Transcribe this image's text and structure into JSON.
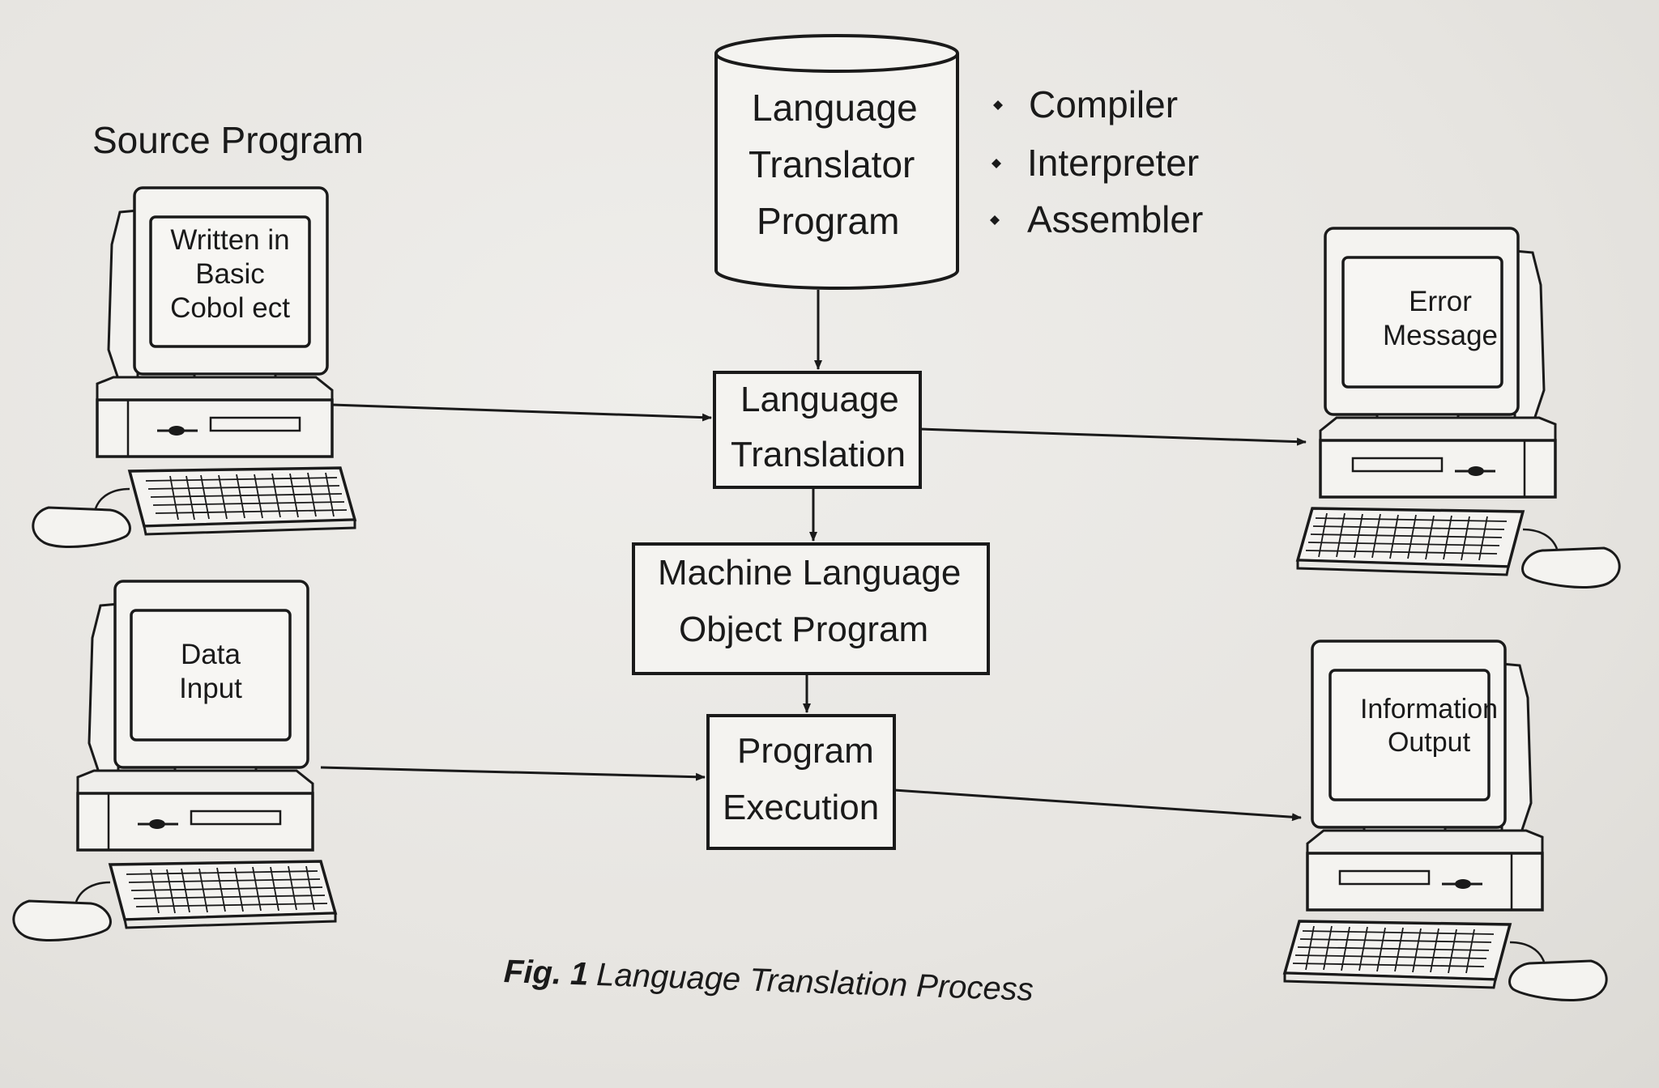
{
  "diagram": {
    "source_label": "Source Program",
    "translator": {
      "lines": [
        "Language",
        "Translator",
        "Program"
      ]
    },
    "translator_types": [
      "Compiler",
      "Interpreter",
      "Assembler"
    ],
    "boxes": {
      "translation": [
        "Language",
        "Translation"
      ],
      "object": [
        "Machine Language",
        "Object Program"
      ],
      "execution": [
        "Program",
        "Execution"
      ]
    },
    "computers": {
      "source_screen": [
        "Written in",
        "Basic",
        "Cobol ect"
      ],
      "data_screen": [
        "Data",
        "Input"
      ],
      "error_screen": [
        "Error",
        "Message"
      ],
      "output_screen": [
        "Information",
        "Output"
      ]
    },
    "caption": {
      "prefix": "Fig. 1",
      "text": "Language Translation Process"
    },
    "colors": {
      "ink": "#1a1a1a",
      "paper": "#e6e4e0"
    }
  }
}
